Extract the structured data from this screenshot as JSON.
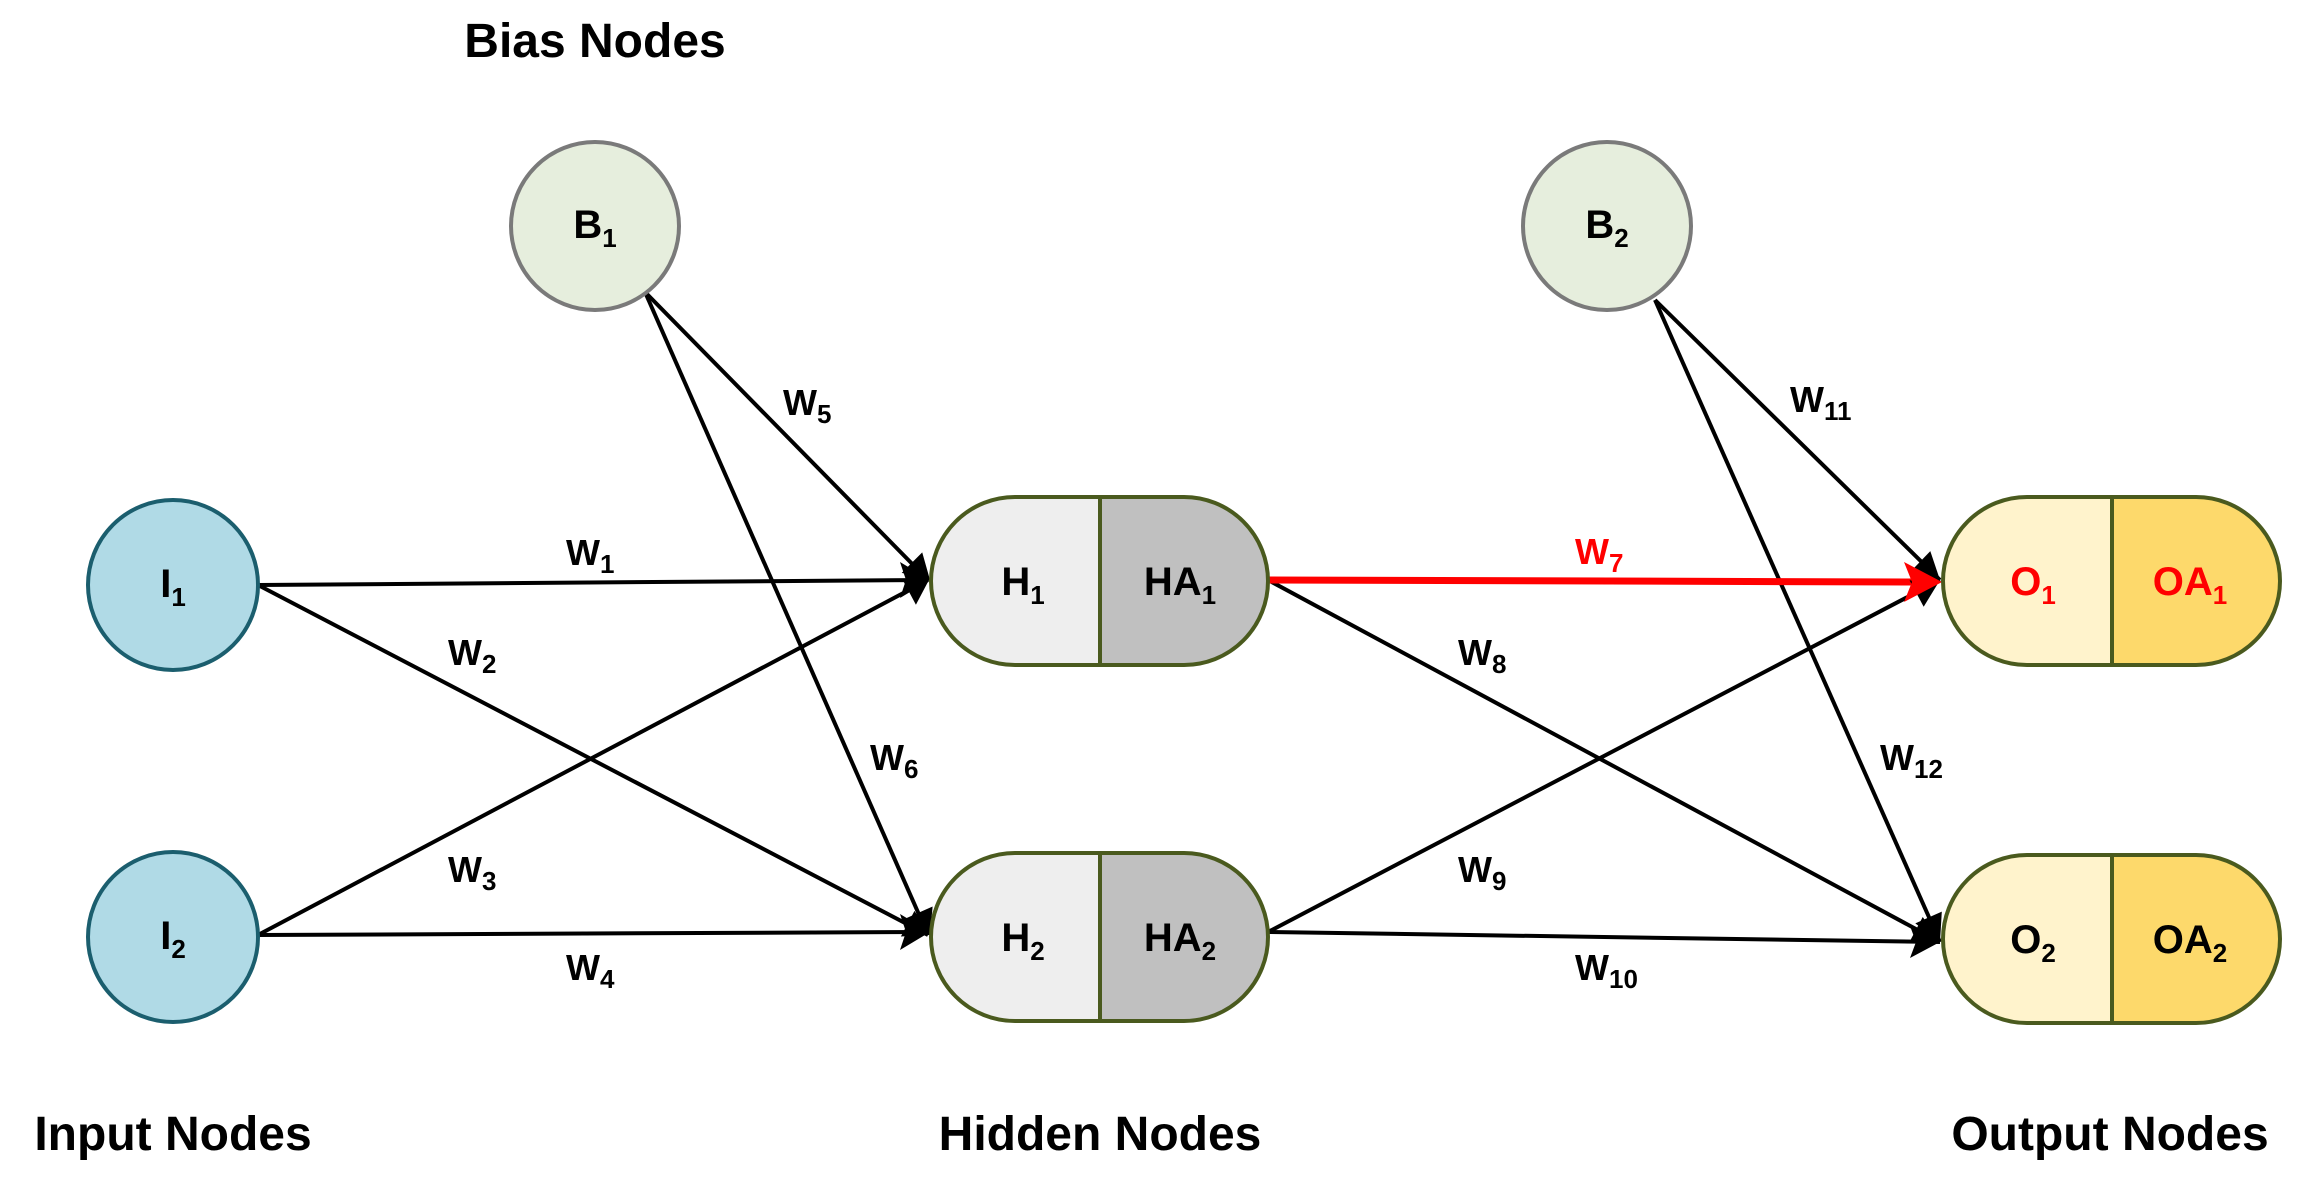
{
  "titles": {
    "bias": "Bias Nodes",
    "input": "Input Nodes",
    "hidden": "Hidden Nodes",
    "output": "Output Nodes"
  },
  "nodes": {
    "I1": {
      "main": "I",
      "sub": "1"
    },
    "I2": {
      "main": "I",
      "sub": "2"
    },
    "B1": {
      "main": "B",
      "sub": "1"
    },
    "B2": {
      "main": "B",
      "sub": "2"
    },
    "H1": {
      "main": "H",
      "sub": "1"
    },
    "HA1": {
      "main": "HA",
      "sub": "1"
    },
    "H2": {
      "main": "H",
      "sub": "2"
    },
    "HA2": {
      "main": "HA",
      "sub": "2"
    },
    "O1": {
      "main": "O",
      "sub": "1"
    },
    "OA1": {
      "main": "OA",
      "sub": "1"
    },
    "O2": {
      "main": "O",
      "sub": "2"
    },
    "OA2": {
      "main": "OA",
      "sub": "2"
    }
  },
  "weights": {
    "w1": {
      "main": "W",
      "sub": "1"
    },
    "w2": {
      "main": "W",
      "sub": "2"
    },
    "w3": {
      "main": "W",
      "sub": "3"
    },
    "w4": {
      "main": "W",
      "sub": "4"
    },
    "w5": {
      "main": "W",
      "sub": "5"
    },
    "w6": {
      "main": "W",
      "sub": "6"
    },
    "w7": {
      "main": "W",
      "sub": "7"
    },
    "w8": {
      "main": "W",
      "sub": "8"
    },
    "w9": {
      "main": "W",
      "sub": "9"
    },
    "w10": {
      "main": "W",
      "sub": "10"
    },
    "w11": {
      "main": "W",
      "sub": "11"
    },
    "w12": {
      "main": "W",
      "sub": "12"
    }
  },
  "colors": {
    "input_fill": "#b0dae6",
    "input_stroke": "#1b5e6e",
    "bias_fill": "#e6eedd",
    "bias_stroke": "#7a7a7a",
    "hidden_left_fill": "#eeeeee",
    "hidden_right_fill": "#c0c0c0",
    "hidden_stroke": "#4a5a1e",
    "output_left_fill": "#fff3cc",
    "output_right_fill": "#fdd96b",
    "output_stroke": "#4a5a1e",
    "highlight": "#ff0000",
    "edge": "#000000"
  }
}
